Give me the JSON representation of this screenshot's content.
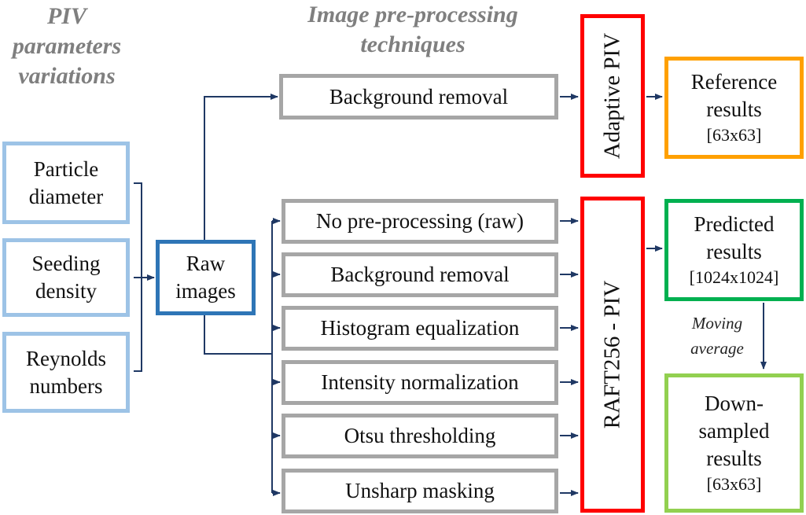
{
  "colors": {
    "param_border": "#9dc3e6",
    "raw_border": "#2e75b6",
    "technique_border": "#a6a6a6",
    "piv_border": "#ff0000",
    "reference_border": "#ffa000",
    "predicted_border": "#00b050",
    "downsampled_border": "#92d050",
    "arrow": "#1f3864",
    "header_text": "#7f7f7f"
  },
  "headers": {
    "piv_params": [
      "PIV",
      "parameters",
      "variations"
    ],
    "preprocessing": [
      "Image pre-processing",
      "techniques"
    ]
  },
  "params": [
    [
      "Particle",
      "diameter"
    ],
    [
      "Seeding",
      "density"
    ],
    [
      "Reynolds",
      "numbers"
    ]
  ],
  "raw_images": [
    "Raw",
    "images"
  ],
  "top_technique": "Background removal",
  "techniques": [
    "No pre-processing (raw)",
    "Background removal",
    "Histogram equalization",
    "Intensity normalization",
    "Otsu thresholding",
    "Unsharp masking"
  ],
  "adaptive_piv": "Adaptive PIV",
  "raft_piv": "RAFT256 - PIV",
  "reference": {
    "lines": [
      "Reference",
      "results"
    ],
    "size": "[63x63]"
  },
  "predicted": {
    "lines": [
      "Predicted",
      "results"
    ],
    "size": "[1024x1024]"
  },
  "moving_average": [
    "Moving",
    "average"
  ],
  "downsampled": {
    "lines": [
      "Down-",
      "sampled",
      "results"
    ],
    "size": "[63x63]"
  }
}
